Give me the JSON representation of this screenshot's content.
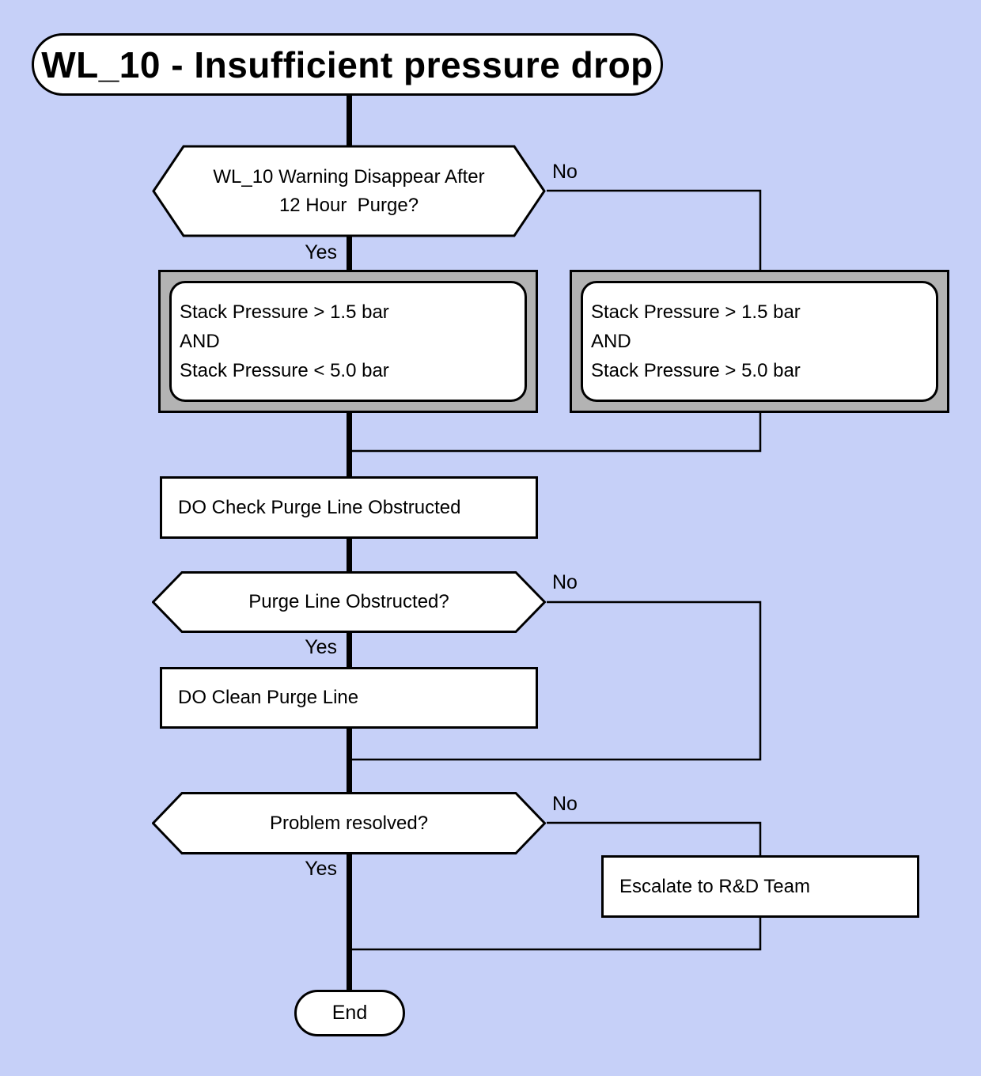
{
  "colors": {
    "background": "#c6d0f8",
    "frame_gray": "#b3b3b3",
    "stroke": "#000000",
    "node_fill": "#ffffff"
  },
  "title": {
    "label": "WL_10 - Insufficient pressure drop"
  },
  "nodes": {
    "decision_warning": {
      "lines": [
        "WL_10 Warning Disappear After",
        "12 Hour  Purge?"
      ]
    },
    "condition_left": {
      "lines": [
        "Stack Pressure > 1.5 bar",
        "AND",
        "Stack Pressure < 5.0 bar"
      ]
    },
    "condition_right": {
      "lines": [
        "Stack Pressure > 1.5 bar",
        "AND",
        "Stack Pressure > 5.0 bar"
      ]
    },
    "process_check": {
      "label": "DO Check Purge Line Obstructed"
    },
    "decision_obstructed": {
      "label": "Purge Line Obstructed?"
    },
    "process_clean": {
      "label": "DO Clean Purge Line"
    },
    "decision_resolved": {
      "label": "Problem resolved?"
    },
    "process_escalate": {
      "label": "Escalate to R&D Team"
    },
    "end": {
      "label": "End"
    }
  },
  "edge_labels": {
    "warning_yes": "Yes",
    "warning_no": "No",
    "obstructed_yes": "Yes",
    "obstructed_no": "No",
    "resolved_yes": "Yes",
    "resolved_no": "No"
  }
}
